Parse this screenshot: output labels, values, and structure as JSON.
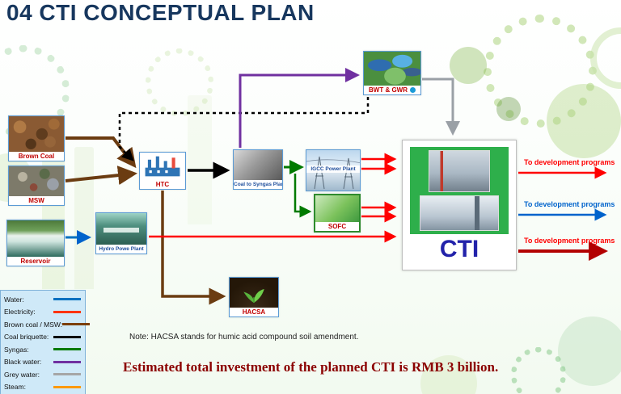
{
  "title": "04 CTI CONCEPTUAL PLAN",
  "nodes": {
    "brown_coal": {
      "label": "Brown Coal"
    },
    "msw": {
      "label": "MSW"
    },
    "reservoir": {
      "label": "Reservoir"
    },
    "htc": {
      "label": "HTC"
    },
    "coal_to_syngas": {
      "label": "Coal to Syngas Plant"
    },
    "igcc": {
      "label": "IGCC Power Plant"
    },
    "bwt_gwr": {
      "label": "BWT & GWR"
    },
    "sofc": {
      "label": "SOFC"
    },
    "hydro": {
      "label": "Hydro Powe Plant"
    },
    "hacsa": {
      "label": "HACSA"
    },
    "cti": {
      "label": "CTI"
    }
  },
  "outputs": [
    {
      "label": "To development programs",
      "color": "#ff0000"
    },
    {
      "label": "To development programs",
      "color": "#0063cc"
    },
    {
      "label": "To development programs",
      "color": "#ff0000"
    }
  ],
  "legend": {
    "items": [
      {
        "label": "Water:",
        "color": "#0070c0"
      },
      {
        "label": "Electricity:",
        "color": "#ff3300"
      },
      {
        "label": "Brown coal / MSW:",
        "color": "#7b3f00"
      },
      {
        "label": "Coal briquette:",
        "color": "#000000"
      },
      {
        "label": "Syngas:",
        "color": "#007a00"
      },
      {
        "label": "Black water:",
        "color": "#7030a0"
      },
      {
        "label": "Grey water:",
        "color": "#a6a6a6"
      },
      {
        "label": "Steam:",
        "color": "#ff9900"
      }
    ]
  },
  "note": "Note: HACSA stands for humic acid compound soil amendment.",
  "footer": "Estimated total investment of the planned CTI is RMB 3 billion.",
  "colors": {
    "title": "#17375e",
    "footer": "#8b0000",
    "cti_label": "#2222aa"
  }
}
